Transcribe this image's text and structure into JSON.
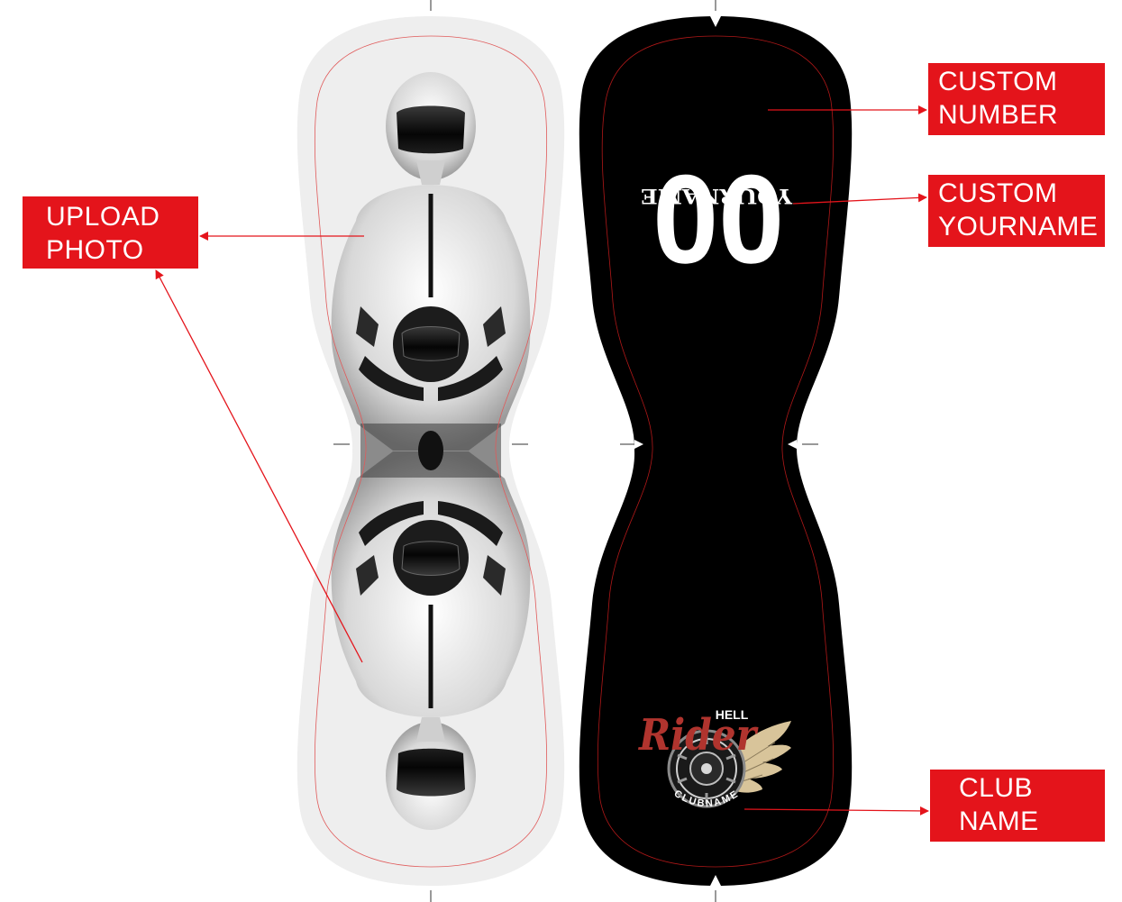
{
  "callouts": {
    "upload": [
      "UPLOAD",
      "PHOTO"
    ],
    "number": [
      "CUSTOM",
      "NUMBER"
    ],
    "yourname": [
      "CUSTOM",
      "YOURNAME"
    ],
    "club": [
      "CLUB",
      "NAME"
    ]
  },
  "design": {
    "number": "00",
    "name": "YOURNAME",
    "logo_small": "HELL",
    "logo_big": "Rider",
    "club": "CLUBNAME"
  },
  "colors": {
    "accent": "#e4141b",
    "panel_dark": "#000000",
    "panel_light": "#eeeeee",
    "logo_red": "#b0342e",
    "logo_cream": "#d8c49a"
  }
}
